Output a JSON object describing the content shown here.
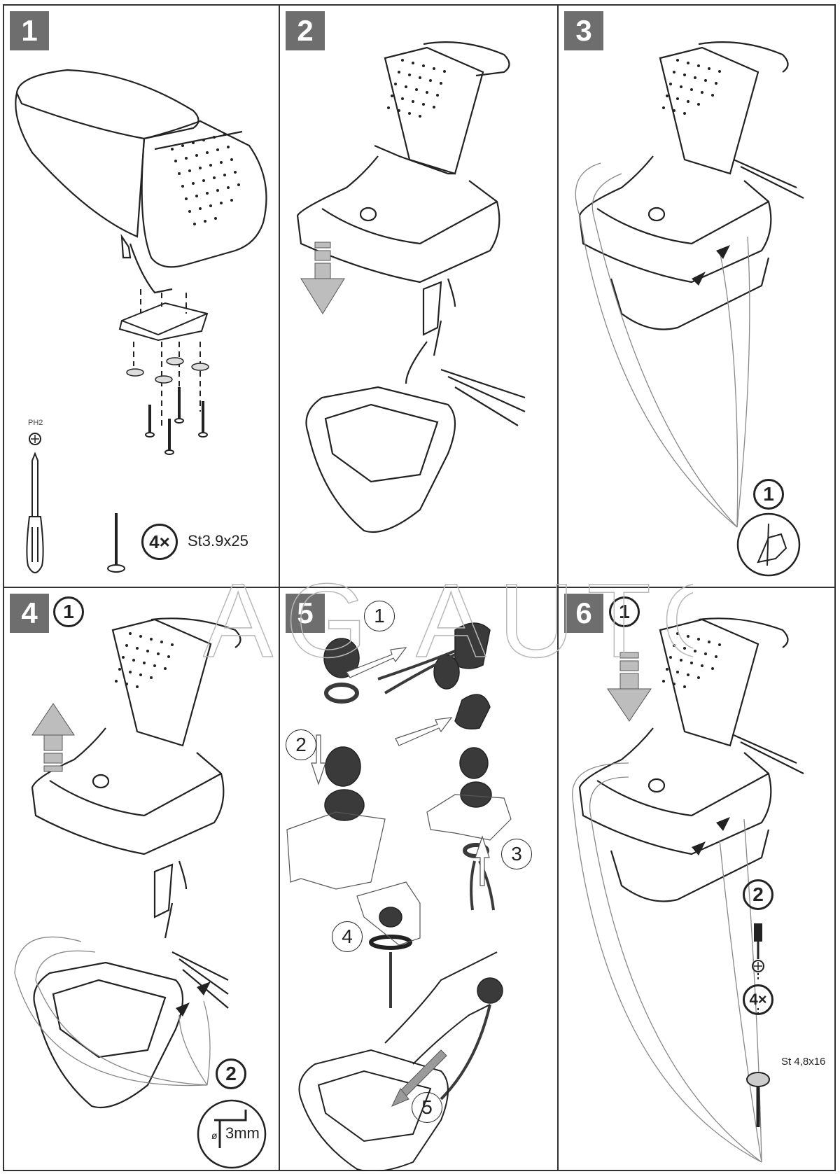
{
  "document": {
    "type": "installation-instructions",
    "subject": "armrest"
  },
  "watermark": "AG AUTO",
  "steps": [
    {
      "number": "1",
      "tool": {
        "bit_label": "PH2",
        "name": "screwdriver"
      },
      "fastener": {
        "quantity": "4×",
        "spec": "St3.9x25"
      }
    },
    {
      "number": "2"
    },
    {
      "number": "3",
      "callouts": [
        "1"
      ]
    },
    {
      "number": "4",
      "callouts": [
        "1",
        "2"
      ],
      "drill": {
        "size": "3mm",
        "prefix": "ø"
      }
    },
    {
      "number": "5",
      "callouts": [
        "1",
        "2",
        "3",
        "4",
        "5"
      ]
    },
    {
      "number": "6",
      "callouts": [
        "1",
        "2"
      ],
      "fastener": {
        "quantity": "4×",
        "spec": "St 4,8x16"
      }
    }
  ],
  "colors": {
    "badge_bg": "#6e6e6e",
    "line": "#222222",
    "arrow_fill": "#bdbdbd",
    "socket_fill": "#3a3a3a",
    "watermark_stroke": "#b8b8b8"
  }
}
